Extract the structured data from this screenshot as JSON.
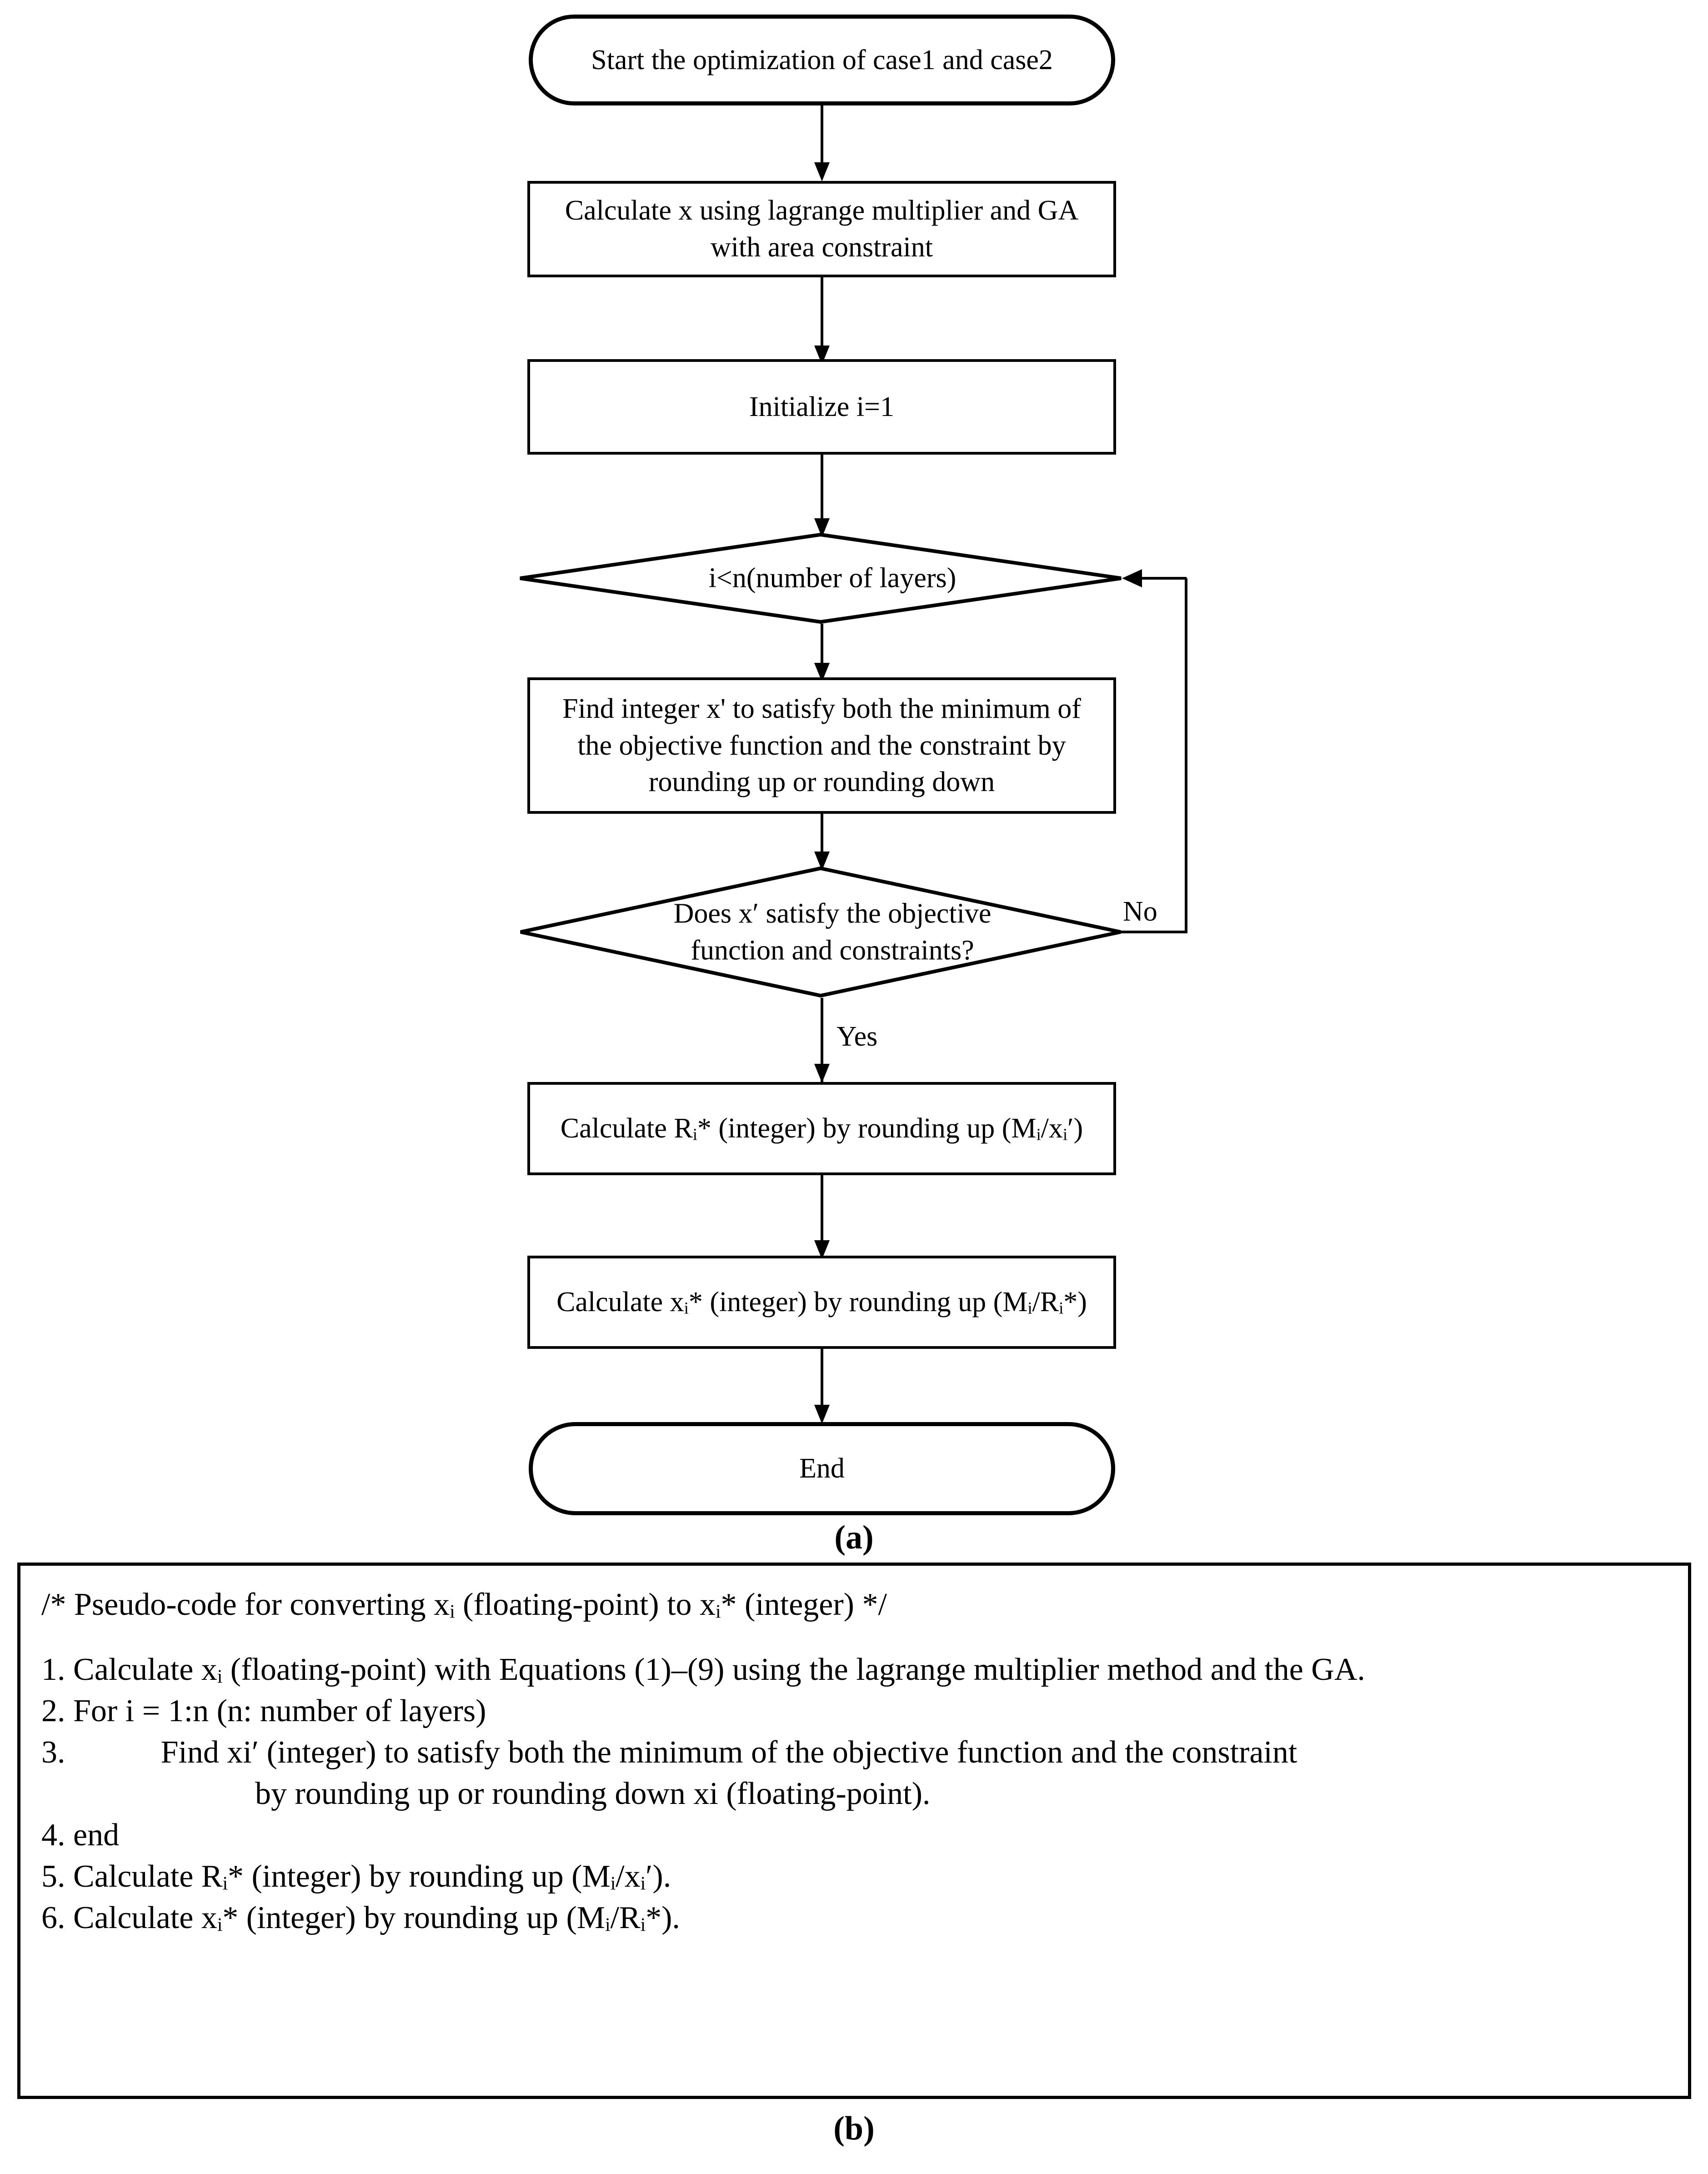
{
  "figure": {
    "caption_a": "(a)",
    "caption_b": "(b)"
  },
  "flowchart": {
    "nodes": [
      {
        "id": "start",
        "shape": "terminator",
        "label": "Start the optimization of case1 and case2"
      },
      {
        "id": "calc_x",
        "shape": "process",
        "label": "Calculate x using lagrange multiplier and GA\nwith area constraint"
      },
      {
        "id": "init_i",
        "shape": "process",
        "label": "Initialize i=1"
      },
      {
        "id": "loop_check",
        "shape": "decision",
        "label": "i<n(number of layers)"
      },
      {
        "id": "find_int",
        "shape": "process",
        "label": "Find integer x' to satisfy both the minimum of\nthe objective function and the constraint by\nrounding up or rounding down"
      },
      {
        "id": "check_sat",
        "shape": "decision",
        "label": "Does x′ satisfy the objective\nfunction and constraints?"
      },
      {
        "id": "calc_R",
        "shape": "process",
        "label": "Calculate Rᵢ* (integer) by rounding up (Mᵢ/xᵢ′)"
      },
      {
        "id": "calc_xstar",
        "shape": "process",
        "label": "Calculate xᵢ* (integer) by rounding up (Mᵢ/Rᵢ*)"
      },
      {
        "id": "end",
        "shape": "terminator",
        "label": "End"
      }
    ],
    "edge_labels": {
      "no": "No",
      "yes": "Yes"
    }
  },
  "pseudocode": {
    "header": "/* Pseudo-code for converting xᵢ (floating-point) to xᵢ* (integer) */",
    "lines": [
      "1. Calculate xᵢ (floating-point) with Equations (1)–(9) using the lagrange multiplier method and the GA.",
      "2. For i = 1:n (n: number of layers)",
      "3.   Find xi′ (integer) to satisfy both the minimum of the objective function and the constraint",
      "by rounding up or rounding down xi (floating-point).",
      "4. end",
      "5. Calculate Rᵢ* (integer) by rounding up (Mᵢ/xᵢ′).",
      "6. Calculate xᵢ* (integer) by rounding up (Mᵢ/Rᵢ*)."
    ]
  }
}
